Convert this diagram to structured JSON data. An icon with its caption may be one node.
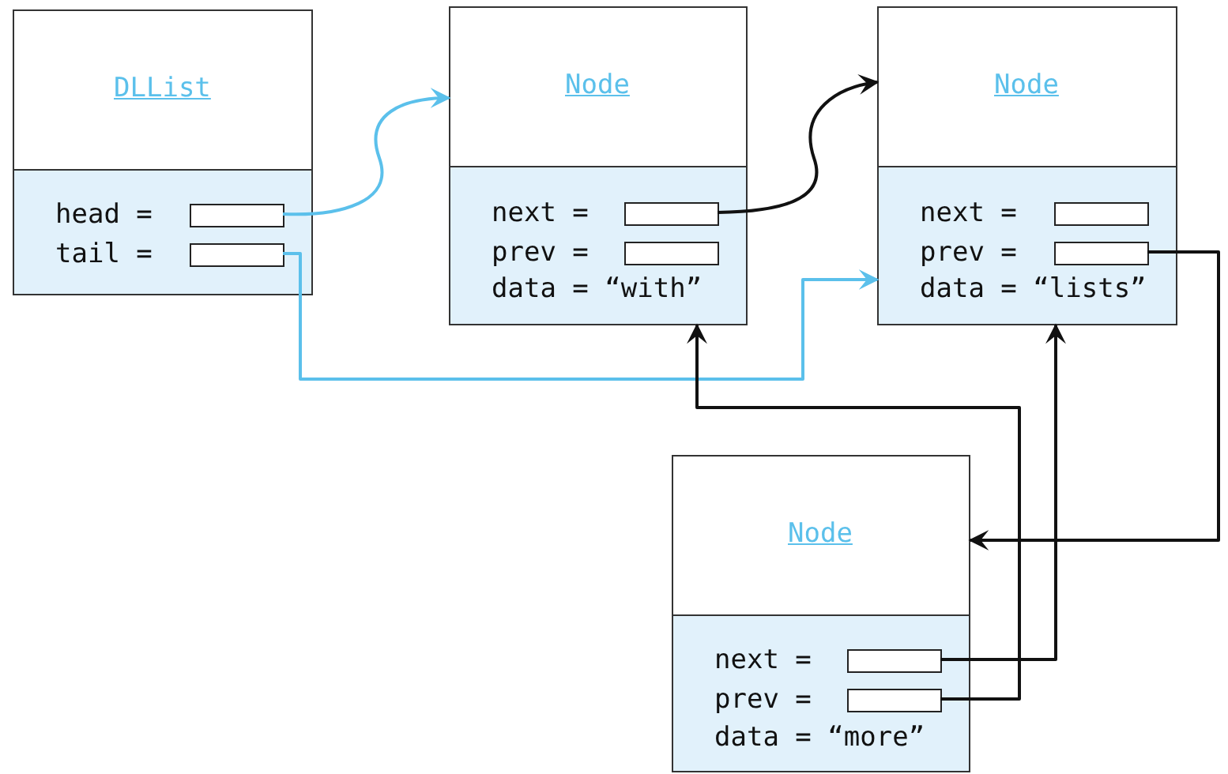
{
  "diagram": {
    "nodes": [
      {
        "text": [
          "DLList"
        ]
      },
      {
        "text": [],
        "shape": "box",
        "in": 0,
        "beside": [
          "head ="
        ]
      },
      {
        "text": [],
        "shape": "box",
        "in": 0,
        "beside": [
          "tail ="
        ]
      },
      {
        "text": [
          "Node",
          "data = “with”"
        ]
      },
      {
        "text": [],
        "shape": "box",
        "in": 3,
        "beside": [
          "next ="
        ]
      },
      {
        "text": [],
        "shape": "box",
        "in": 3,
        "beside": [
          "prev ="
        ]
      },
      {
        "text": [
          "Node",
          "data = “lists”"
        ]
      },
      {
        "text": [],
        "shape": "box",
        "in": 6,
        "beside": [
          "next ="
        ]
      },
      {
        "text": [],
        "shape": "box",
        "in": 6,
        "beside": [
          "prev ="
        ]
      },
      {
        "text": [
          "Node",
          "data = “more”"
        ]
      },
      {
        "text": [],
        "shape": "box",
        "in": 9,
        "beside": [
          "next ="
        ]
      },
      {
        "text": [],
        "shape": "box",
        "in": 9,
        "beside": [
          "prev ="
        ]
      }
    ],
    "edges": [
      {
        "from": 1,
        "to": 3,
        "arrow": "to",
        "color": "#5bc0eb"
      },
      {
        "from": 2,
        "to": 6,
        "arrow": "to",
        "color": "#5bc0eb"
      },
      {
        "from": 4,
        "to": 6,
        "arrow": "to"
      },
      {
        "from": 8,
        "to": 9,
        "arrow": "to"
      },
      {
        "from": 10,
        "to": 6,
        "arrow": "to"
      },
      {
        "from": 11,
        "to": 3,
        "arrow": "to"
      }
    ]
  }
}
